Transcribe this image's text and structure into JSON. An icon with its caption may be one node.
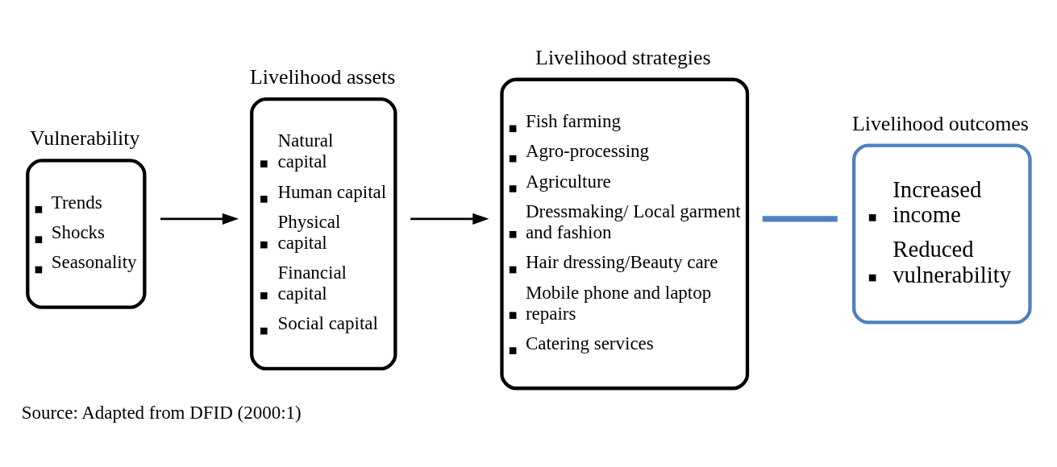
{
  "diagram": {
    "caption": "Source: Adapted from DFID (2000:1)",
    "nodes": [
      {
        "text": [
          "Vulnerability",
          "Trends",
          "Shocks",
          "Seasonality"
        ]
      },
      {
        "text": [
          "Livelihood assets",
          "Natural capital",
          "Human capital",
          "Physical capital",
          "Financial capital",
          "Social capital"
        ]
      },
      {
        "text": [
          "Livelihood strategies",
          "Fish farming",
          "Agro-processing",
          "Agriculture",
          "Dressmaking/ Local garment and fashion",
          "Hair dressing/Beauty care",
          "Mobile phone and laptop repairs",
          "Catering services"
        ]
      },
      {
        "text": [
          "Livelihood outcomes",
          "Increased income",
          "Reduced vulnerability"
        ]
      }
    ],
    "edges": [
      {
        "from": 0,
        "to": 1,
        "arrow": "to"
      },
      {
        "from": 1,
        "to": 2,
        "arrow": "to"
      },
      {
        "from": 2,
        "to": 3,
        "arrow": "none",
        "style": "thick",
        "color": "#4f81bd"
      }
    ]
  }
}
